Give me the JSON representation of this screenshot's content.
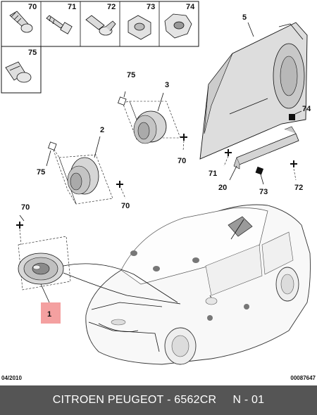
{
  "part_refs": {
    "r70": "70",
    "r71": "71",
    "r72": "72",
    "r73": "73",
    "r74": "74",
    "r75": "75",
    "r5": "5",
    "r3": "3",
    "r2": "2",
    "r1": "1",
    "r20": "20"
  },
  "date": "04/2010",
  "doc_number": "00087647",
  "footer": {
    "brand": "CITROEN PEUGEOT",
    "separator": " - ",
    "part_number": "6562CR",
    "sheet": "N - 01"
  },
  "colors": {
    "highlight": "#f4a0a0",
    "footer_bg": "#555555"
  }
}
